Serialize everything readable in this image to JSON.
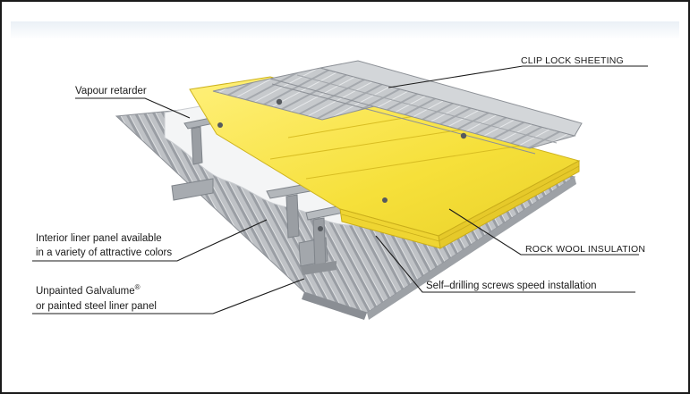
{
  "labels": {
    "clip_lock": "CLIP LOCK  SHEETING",
    "vapour_retarder": "Vapour retarder",
    "rock_wool": "ROCK WOOL INSULATION",
    "interior_liner_line1": "Interior liner panel available",
    "interior_liner_line2": "in a variety of attractive colors",
    "galvalume_line1": "Unpainted Galvalume",
    "galvalume_reg": "®",
    "galvalume_line2": "or painted steel liner panel",
    "screws": "Self–drilling screws speed installation"
  },
  "colors": {
    "insulation": "#f5e23a",
    "insulation_shade": "#e0c21e",
    "steel": "#b9bcc0",
    "steel_dark": "#8c9096",
    "membrane": "#f4f5f6",
    "text": "#1a1a1a"
  }
}
